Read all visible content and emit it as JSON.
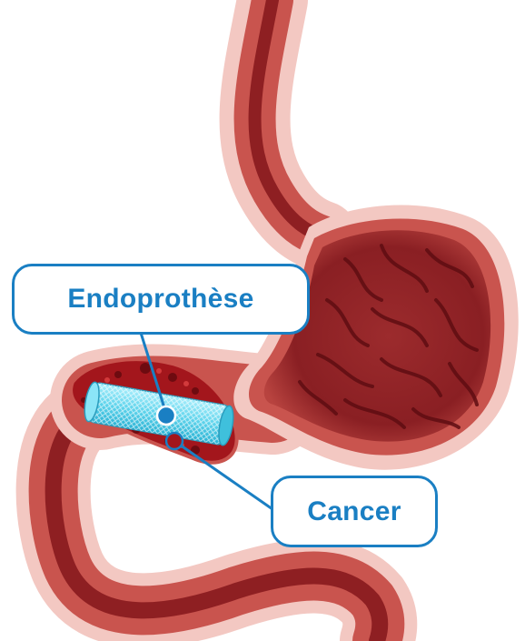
{
  "labels": {
    "stent": "Endoprothèse",
    "cancer": "Cancer"
  },
  "colors": {
    "accent": "#1a7fc3",
    "tissue_outer": "#f3c8c2",
    "tissue_wall": "#c9544e",
    "tissue_inner": "#8e1f22",
    "tumor": "#a3161c",
    "stent": "#5fd4ec"
  },
  "icons": {
    "organ": "stomach-illustration",
    "device": "stent-icon",
    "lesion": "tumor-mass"
  }
}
